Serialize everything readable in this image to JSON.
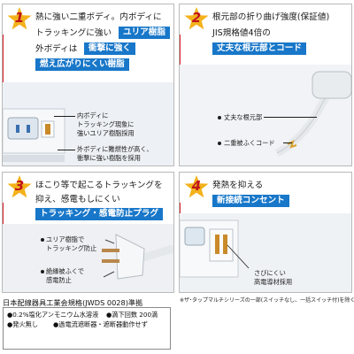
{
  "panels": [
    {
      "number": "1",
      "lines": [
        "熱に強い二重ボディ。内ボディに",
        "トラッキングに強い",
        "外ボディは"
      ],
      "highlights": [
        "ユリア樹脂",
        "衝撃に強く",
        "燃え広がりにくい樹脂"
      ],
      "labels": [
        "内ボディに",
        "トラッキング現象に",
        "強いユリア樹脂採用",
        "外ボディに難燃性が高く、",
        "衝撃に強い樹脂を採用"
      ]
    },
    {
      "number": "2",
      "lines": [
        "根元部の折り曲げ強度(保証値)",
        "JIS規格値4倍の"
      ],
      "highlights": [
        "丈夫な根元部とコード"
      ],
      "labels": [
        "丈夫な根元部",
        "二重被ふくコード"
      ]
    },
    {
      "number": "3",
      "lines": [
        "ほこり等で起こるトラッキングを",
        "抑え、感電もしにくい"
      ],
      "highlights": [
        "トラッキング・感電防止プラグ"
      ],
      "labels": [
        "ユリア樹脂で",
        "トラッキング防止",
        "絶縁被ふくで",
        "感電防止"
      ]
    },
    {
      "number": "4",
      "lines": [
        "発熱を抑える"
      ],
      "highlights": [
        "新接続コンセント"
      ],
      "labels": [
        "さびにくい",
        "高電導材採用"
      ]
    }
  ],
  "note": "※ザ･タップマルチシリーズの一部(スイッチなし、一括スイッチ付)を除く",
  "jis": {
    "title": "日本配線器具工業会規格(JWDS 0028)準拠",
    "items": [
      "●0.2%塩化アンモニウム水溶液",
      "●滴下回数 200滴",
      "●発火無し",
      "●過電流遮断器・遮断器動作せず"
    ]
  },
  "colors": {
    "accent": "#1877c9",
    "star": "#f3b21b",
    "number": "#c0141c",
    "marker": "#d8242b"
  }
}
